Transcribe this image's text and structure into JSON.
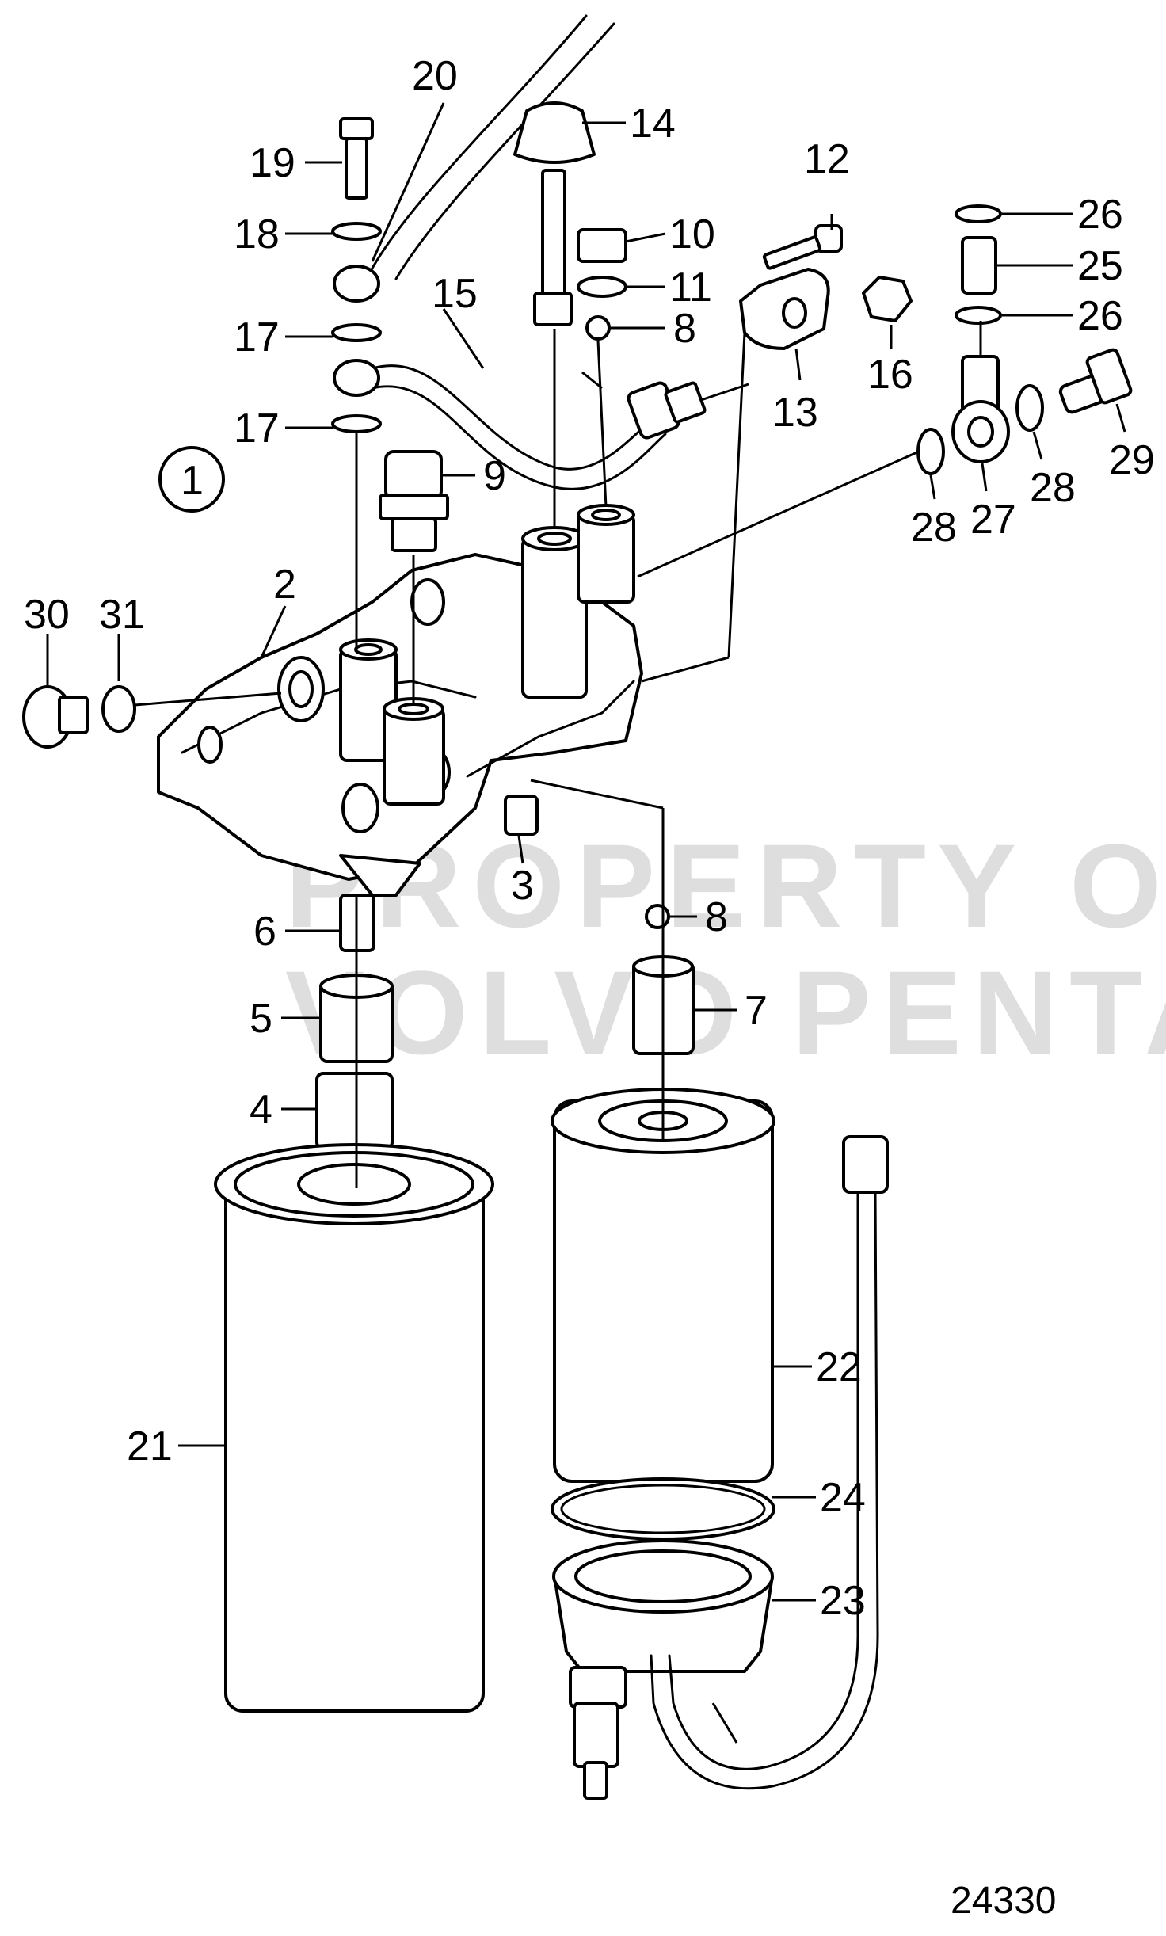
{
  "diagram": {
    "group_marker": "1",
    "figure_number": "24330",
    "watermark_line1": "PROPERTY OF",
    "watermark_line2": "VOLVO PENTA",
    "callouts": [
      "2",
      "3",
      "4",
      "5",
      "6",
      "7",
      "8",
      "8",
      "9",
      "10",
      "11",
      "12",
      "13",
      "14",
      "15",
      "16",
      "17",
      "17",
      "18",
      "19",
      "20",
      "21",
      "22",
      "23",
      "24",
      "25",
      "26",
      "26",
      "27",
      "28",
      "28",
      "29",
      "30",
      "31"
    ]
  }
}
